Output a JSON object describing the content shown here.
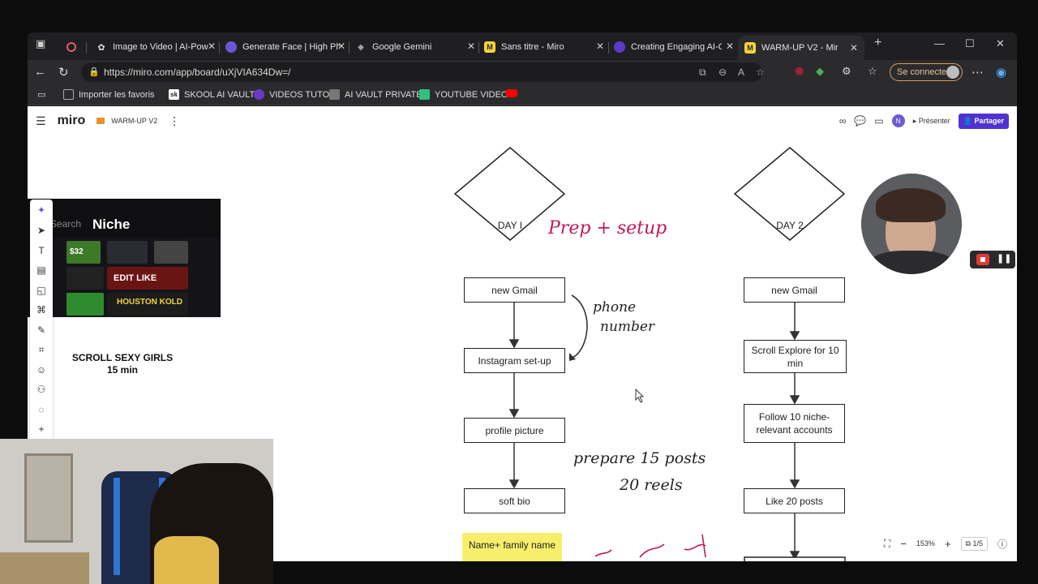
{
  "browser": {
    "tabs": [
      {
        "title": "",
        "icon": "record-icon",
        "color": "#e05c6a"
      },
      {
        "title": "Image to Video | AI-Pow",
        "icon": "openai-icon",
        "color": "#cccccc"
      },
      {
        "title": "Generate Face | High Ph",
        "icon": "hex-icon",
        "color": "#6a55d6"
      },
      {
        "title": "Google Gemini",
        "icon": "gemini-icon",
        "color": "#9aa0a6"
      },
      {
        "title": "Sans titre - Miro",
        "icon": "miro-icon",
        "color": "#f5d33a"
      },
      {
        "title": "Creating Engaging AI-Ge",
        "icon": "hex-icon",
        "color": "#5b3cc4"
      },
      {
        "title": "WARM-UP V2 - Mir",
        "icon": "miro-icon",
        "color": "#f5d33a"
      }
    ],
    "url": "https://miro.com/app/board/uXjVIA634Dw=/",
    "signin_label": "Se connecter",
    "bookmarks": [
      {
        "label": "Importer les favoris",
        "icon": "bookmark-folder-icon",
        "color": "#9aa0a6"
      },
      {
        "label": "SKOOL AI VAULT",
        "icon": "sk-icon",
        "color": "#ffffff"
      },
      {
        "label": "VIDEOS TUTO",
        "icon": "purple-square-icon",
        "color": "#6a38c8"
      },
      {
        "label": "AI VAULT PRIVATE",
        "icon": "grid-icon",
        "color": "#777777"
      },
      {
        "label": "YOUTUBE VIDEO",
        "icon": "green-icon",
        "color": "#2ec27e"
      },
      {
        "label": "",
        "icon": "youtube-icon",
        "color": "#ff0000"
      }
    ]
  },
  "miro": {
    "logo": "miro",
    "board_name": "WARM-UP V2",
    "present_label": "Présenter",
    "share_label": "Partager",
    "user_initial": "N",
    "zoom": "153%",
    "pages": "1/5",
    "thumbnail": {
      "search_text": "Search",
      "title": "Niche",
      "caption_lines": [
        "$32",
        "EDIT LIKE",
        "HOUSTON KOLD"
      ]
    },
    "scroll_label_line1": "SCROLL SEXY GIRLS",
    "scroll_label_line2": "15 min",
    "day1": {
      "diamond": "DAY I",
      "note": "Prep + setup",
      "steps": [
        "new Gmail",
        "Instagram set-up",
        "profile picture",
        "soft bio"
      ],
      "phone_note_1": "phone",
      "phone_note_2": "number",
      "posts_note_1": "prepare 15 posts",
      "posts_note_2": "20 reels",
      "sticky": "Name+ family name"
    },
    "day2": {
      "diamond": "DAY 2",
      "steps": [
        "new Gmail",
        "Scroll Explore for 10 min",
        "Follow 10 niche-relevant accounts",
        "Like 20 posts"
      ]
    },
    "colors": {
      "accent": "#4f32d1",
      "handwriting": "#c2185b",
      "sticky": "#f7ef6c"
    }
  }
}
